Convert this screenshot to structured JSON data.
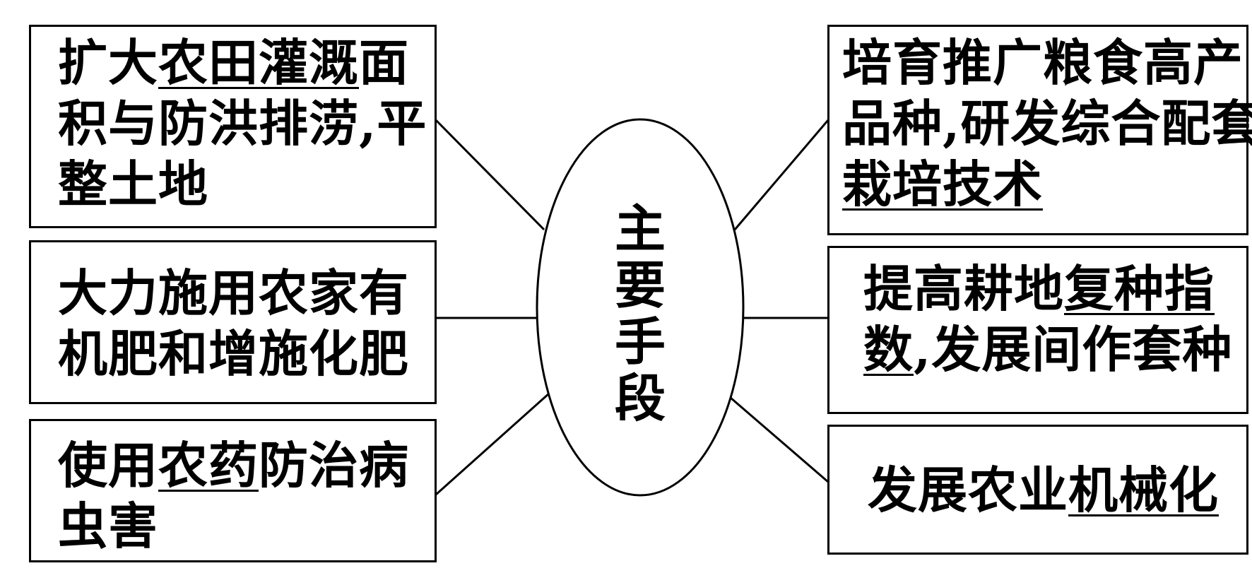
{
  "center": {
    "label_chars": [
      "主",
      "要",
      "手",
      "段"
    ]
  },
  "left": [
    {
      "lines": [
        [
          {
            "t": "扩大"
          },
          {
            "t": "农田灌溉",
            "u": true
          },
          {
            "t": "面"
          }
        ],
        [
          {
            "t": "积与防洪排涝,平"
          }
        ],
        [
          {
            "t": "整土地"
          }
        ]
      ]
    },
    {
      "lines": [
        [
          {
            "t": "大力施用农家有"
          }
        ],
        [
          {
            "t": "机肥和增施化肥"
          }
        ]
      ]
    },
    {
      "lines": [
        [
          {
            "t": "使用"
          },
          {
            "t": "农药",
            "u": true
          },
          {
            "t": "防治病"
          }
        ],
        [
          {
            "t": "虫害"
          }
        ]
      ]
    }
  ],
  "right": [
    {
      "lines": [
        [
          {
            "t": "培育推广粮食高产"
          }
        ],
        [
          {
            "t": "品种,研发综合配套"
          }
        ],
        [
          {
            "t": "栽培技术",
            "u": true
          }
        ]
      ]
    },
    {
      "lines": [
        [
          {
            "t": "提高耕地"
          },
          {
            "t": "复种指",
            "u": true
          }
        ],
        [
          {
            "t": "数",
            "u": true
          },
          {
            "t": ",发展间作套种"
          }
        ]
      ]
    },
    {
      "lines": [
        [
          {
            "t": "发展农业"
          },
          {
            "t": "机械化",
            "u": true
          }
        ]
      ]
    }
  ]
}
